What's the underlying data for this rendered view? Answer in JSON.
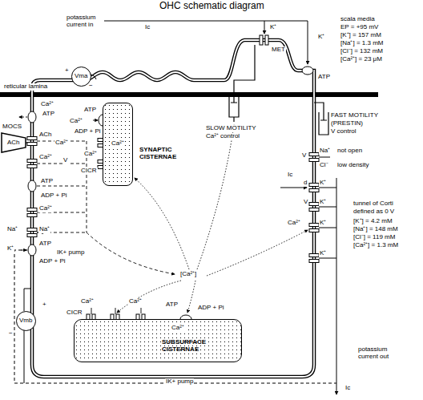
{
  "diagram": {
    "title": "OHC schematic diagram",
    "nodes": [
      {
        "text": [
          "Vma"
        ]
      },
      {
        "text": [
          "MOCS",
          "ACh"
        ]
      },
      {
        "text": [
          "Ca²⁺",
          "SYNAPTIC CISTERNAE"
        ]
      },
      {
        "text": [
          "Ca²⁺",
          "SUBSURFACE CISTERNAE"
        ]
      },
      {
        "text": [
          "Vmb"
        ]
      }
    ],
    "labels": [
      "potassium current in",
      "Ic",
      "K⁺",
      "MET",
      "K⁺",
      "scala media",
      "EP = +95 mV",
      "[K⁺] = 157 mM",
      "[Na⁺] = 1.3 mM",
      "[Cl⁻] = 132 mM",
      "[Ca²⁺] = 23 μM",
      "ATP",
      "+",
      "−",
      "reticular lamina",
      "SLOW MOTILITY",
      "Ca²⁺ control",
      "FAST MOTILITY",
      "(PRESTIN)",
      "V control",
      "Ca²⁺",
      "ATP",
      "ATP",
      "Ca²⁺",
      "ADP + Pi",
      "ACh",
      "Ca²⁺",
      "Ca²⁺",
      "Ca²⁺",
      "V",
      "CICR",
      "ATP",
      "ADP + Pi",
      "Ca²⁺",
      "Na⁺",
      "Na⁺",
      "ATP",
      "IK+ pump",
      "K⁺",
      "ADP + Pi",
      "[Ca²⁺]",
      "Na⁺",
      "not open",
      "V",
      "Cl⁻",
      "low density",
      "Ic",
      "d",
      "K⁺",
      "V",
      "K⁺",
      "Ca²⁺",
      "K⁺",
      "K⁺",
      "tunnel of Corti",
      "defined as 0 V",
      "[K⁺] = 4.2 mM",
      "[Na⁺] = 148 mM",
      "[Cl⁻] = 119 mM",
      "[Ca²⁺] = 1.3 mM",
      "Ca²⁺",
      "CICR",
      "Ca²⁺",
      "ATP",
      "ADP + Pi",
      "+",
      "−",
      "potassium current out",
      "Ic",
      "IK+ pump"
    ]
  }
}
